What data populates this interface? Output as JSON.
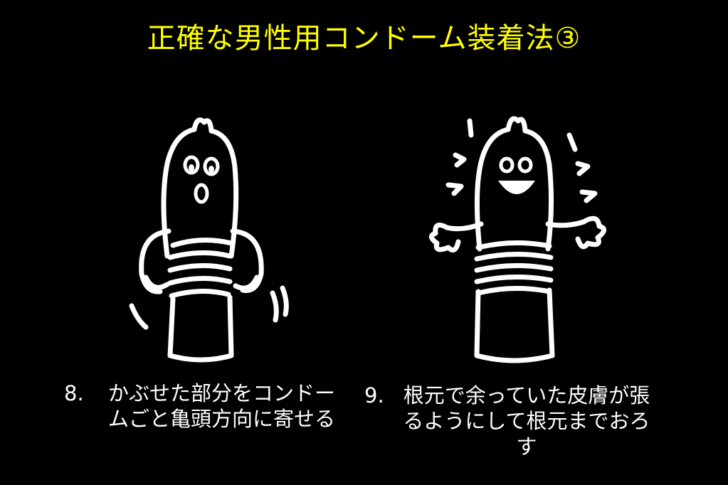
{
  "title": "正確な男性用コンドーム装着法③",
  "title_color": "#ffff00",
  "steps": [
    {
      "number": "8.",
      "text": "かぶせた部分をコンドームごと亀頭方向に寄せる"
    },
    {
      "number": "9.",
      "text": "根元で余っていた皮膚が張るようにして根元までおろす"
    }
  ]
}
